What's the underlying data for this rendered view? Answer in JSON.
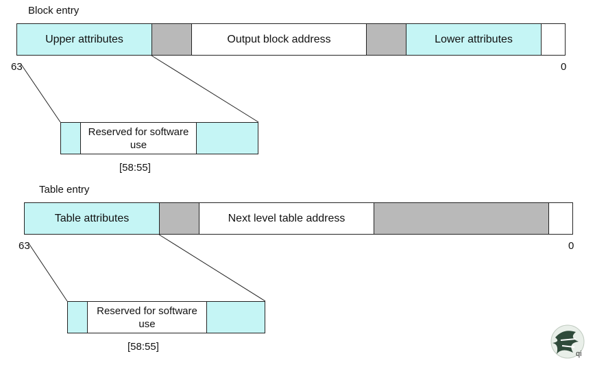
{
  "block_entry": {
    "title": "Block entry",
    "fields": [
      "Upper attributes",
      "",
      "Output block address",
      "",
      "Lower attributes",
      ""
    ],
    "bit_high": "63",
    "bit_low": "0",
    "detail": {
      "label": "Reserved for software use",
      "range": "[58:55]"
    }
  },
  "table_entry": {
    "title": "Table entry",
    "fields": [
      "Table attributes",
      "",
      "Next level table address",
      "",
      ""
    ],
    "bit_high": "63",
    "bit_low": "0",
    "detail": {
      "label": "Reserved for software use",
      "range": "[58:55]"
    }
  },
  "colors": {
    "attribute": "#c5f5f5",
    "reserved": "#b9b9b9",
    "field": "#ffffff"
  },
  "watermark": {
    "text": "qi"
  }
}
